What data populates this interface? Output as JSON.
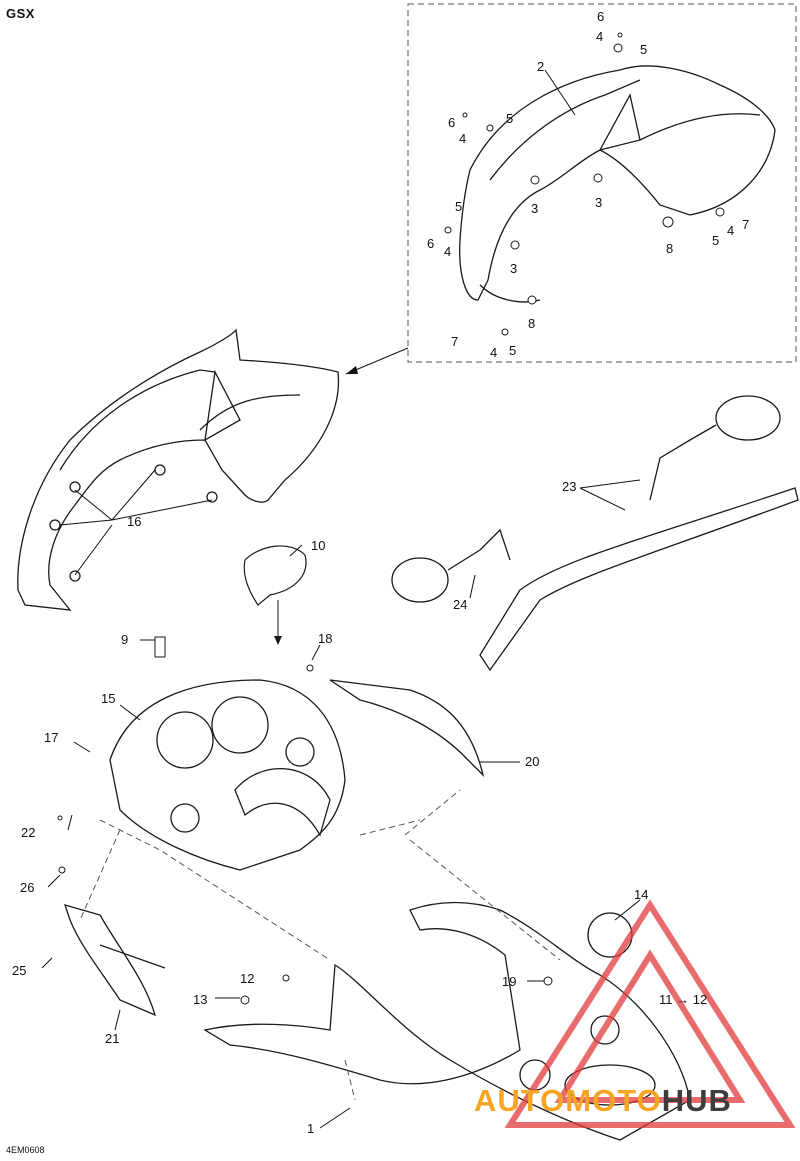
{
  "title": "GSX",
  "diagram_code": "4EM0608",
  "callouts": [
    "1",
    "2",
    "3",
    "3",
    "3",
    "4",
    "4",
    "4",
    "4",
    "4",
    "5",
    "5",
    "5",
    "5",
    "5",
    "6",
    "6",
    "6",
    "7",
    "7",
    "8",
    "8",
    "9",
    "10",
    "11 → 12",
    "12",
    "13",
    "14",
    "15",
    "16",
    "17",
    "18",
    "19",
    "20",
    "21",
    "22",
    "23",
    "24",
    "25",
    "26"
  ],
  "watermark": {
    "part1": "AUTOMOTO",
    "part2": "HUB"
  },
  "colors": {
    "line": "#1a1a1a",
    "dashed": "#555555",
    "watermark_red": "#e23b3b",
    "watermark_orange": "#f6a623",
    "watermark_dark": "#3d3d3d"
  }
}
